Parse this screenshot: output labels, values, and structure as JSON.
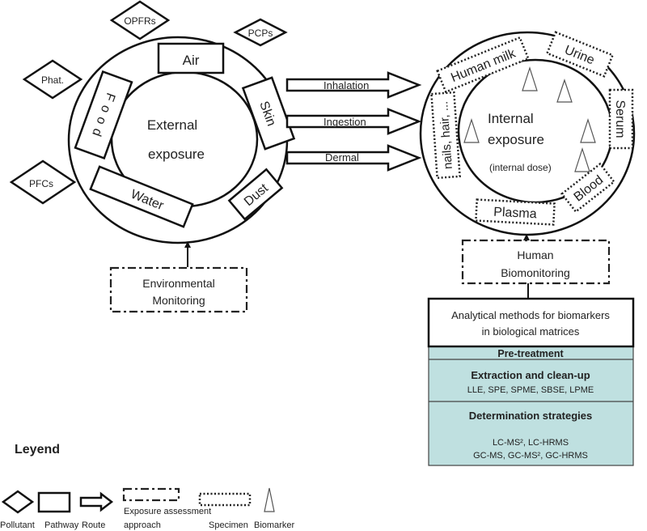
{
  "pollutants": [
    "OPFRs",
    "PCPs",
    "Phat.",
    "PFCs"
  ],
  "external": {
    "line1": "External",
    "line2": "exposure",
    "pathways": {
      "air": "Air",
      "food": "F o o d",
      "skin": "Skin",
      "water": "Water",
      "dust": "Dust"
    }
  },
  "routes": [
    "Inhalation",
    "Ingestion",
    "Dermal"
  ],
  "internal": {
    "line1": "Internal",
    "line2": "exposure",
    "dose": "(internal dose)",
    "specimens": {
      "milk": "Human milk",
      "urine": "Urine",
      "serum": "Serum",
      "blood": "Blood",
      "plasma": "Plasma",
      "nails": "nails, hair, ..."
    }
  },
  "env_monitoring": {
    "line1": "Environmental",
    "line2": "Monitoring"
  },
  "biomonitoring": {
    "line1": "Human",
    "line2": "Biomonitoring"
  },
  "methods": {
    "title1": "Analytical methods for biomarkers",
    "title2": "in biological matrices",
    "pretreatment": "Pre-treatment",
    "extraction": "Extraction and clean-up",
    "extraction_list": "LLE, SPE, SPME, SBSE, LPME",
    "determination": "Determination strategies",
    "det_line1": "LC-MS², LC-HRMS",
    "det_line2": "GC-MS, GC-MS², GC-HRMS",
    "fill_color": "#bfe0e0"
  },
  "legend": {
    "title": "Leyend",
    "pollutant": "Pollutant",
    "pathway": "Pathway",
    "route": "Route",
    "approach1": "Exposure assessment",
    "approach2": "approach",
    "specimen": "Specimen",
    "biomarker": "Biomarker"
  }
}
